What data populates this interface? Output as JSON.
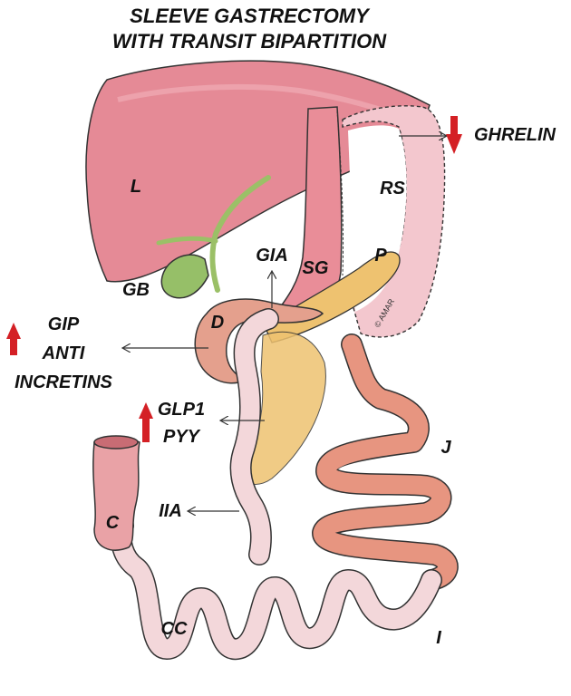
{
  "title": [
    "SLEEVE GASTRECTOMY",
    "WITH TRANSIT BIPARTITION"
  ],
  "organs": {
    "liver": "L",
    "gallbladder": "GB",
    "duodenum": "D",
    "sleeve_gastric": "SG",
    "removed_stomach": "RS",
    "pancreas": "P",
    "jejunum": "J",
    "colon": "C",
    "ileum": "I",
    "common_channel": "CC"
  },
  "anastomoses": {
    "gastro_ileal": "GIA",
    "ileo_ileal": "IIA"
  },
  "hormones": {
    "ghrelin": "GHRELIN",
    "gip": "GIP",
    "anti": "ANTI",
    "incretins": "INCRETINS",
    "glp1": "GLP1",
    "pyy": "PYY"
  },
  "signature": "© AMAR",
  "colors": {
    "liver": "#e58a96",
    "stomach": "#e98d98",
    "intestine_pale": "#f3d7da",
    "intestine_pink": "#e9a2a6",
    "jejunum": "#e79580",
    "pancreas": "#eec270",
    "gallbladder": "#96bf68",
    "arrow_red": "#d42025"
  }
}
